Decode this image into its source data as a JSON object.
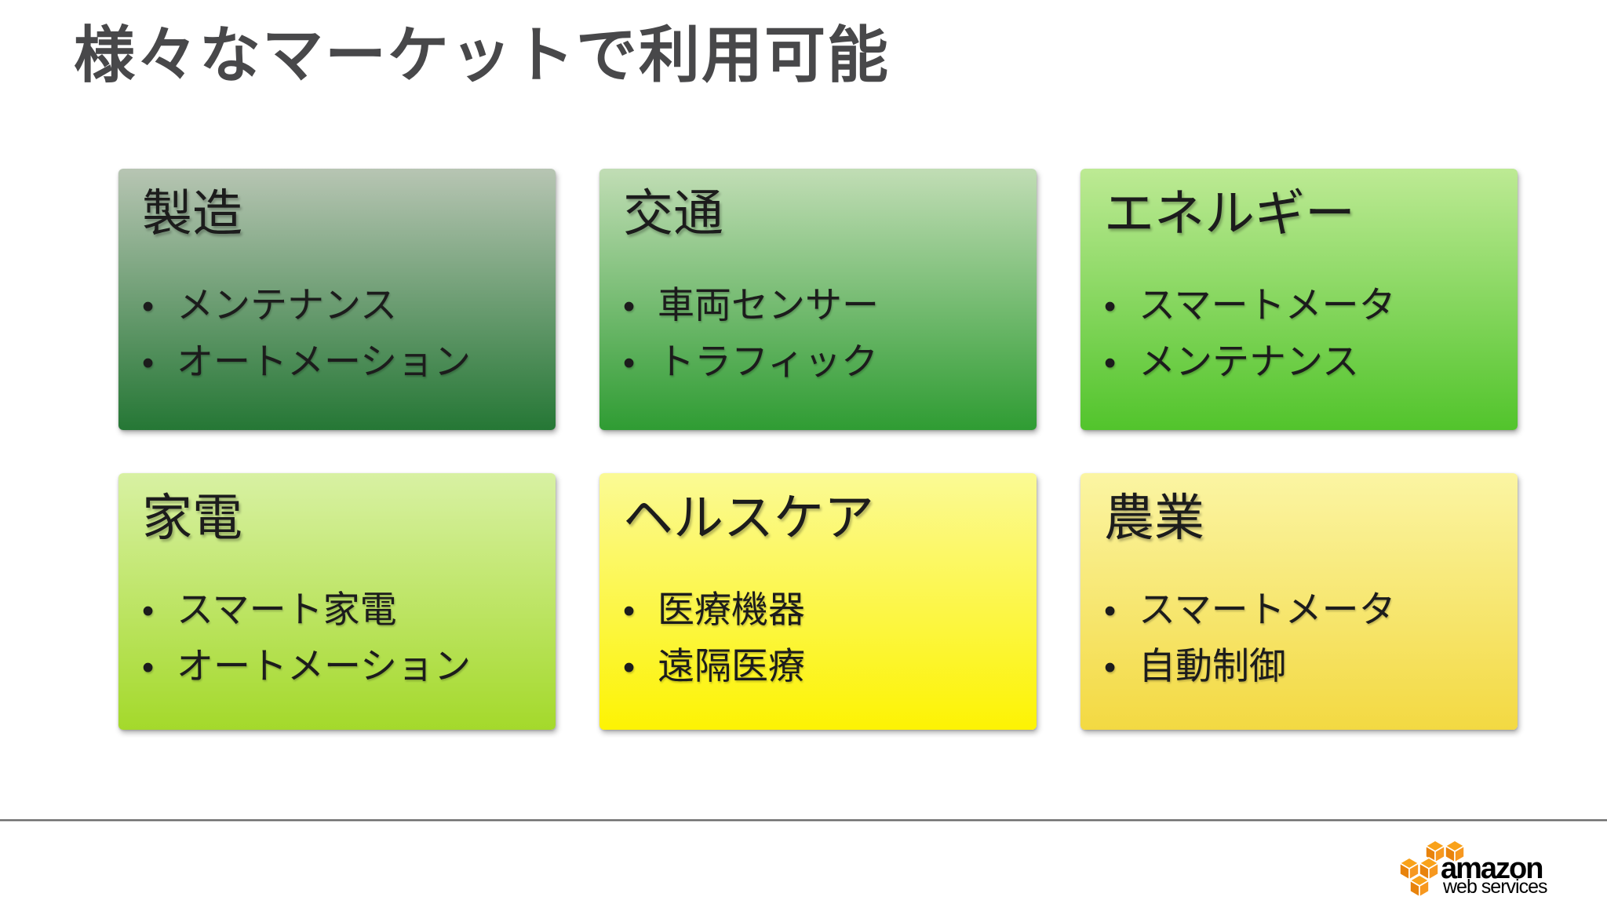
{
  "title": "様々なマーケットで利用可能",
  "cards": [
    {
      "heading": "製造",
      "bullets": [
        "メンテナンス",
        "オートメーション"
      ],
      "gradient_top": "#b7c5b3",
      "gradient_bottom": "#257735"
    },
    {
      "heading": "交通",
      "bullets": [
        "車両センサー",
        "トラフィック"
      ],
      "gradient_top": "#c1ddb5",
      "gradient_bottom": "#2f9c33"
    },
    {
      "heading": "エネルギー",
      "bullets": [
        "スマートメータ",
        "メンテナンス"
      ],
      "gradient_top": "#bdea94",
      "gradient_bottom": "#52c42c"
    },
    {
      "heading": "家電",
      "bullets": [
        "スマート家電",
        "オートメーション"
      ],
      "gradient_top": "#d8f1a3",
      "gradient_bottom": "#a4d92b"
    },
    {
      "heading": "ヘルスケア",
      "bullets": [
        "医療機器",
        "遠隔医療"
      ],
      "gradient_top": "#fbfa95",
      "gradient_bottom": "#fdf303"
    },
    {
      "heading": "農業",
      "bullets": [
        "スマートメータ",
        "自動制御"
      ],
      "gradient_top": "#fbf5a3",
      "gradient_bottom": "#f3d942"
    }
  ],
  "footer": {
    "brand": "amazon",
    "brand_sub": "web services"
  },
  "colors": {
    "background": "#ffffff",
    "title_text": "#48484a",
    "card_text": "#1c1c1c",
    "divider": "#6e6e6e",
    "logo_orange": "#f7981f",
    "logo_orange_dark": "#e8830c",
    "logo_orange_light": "#f9a21a",
    "logo_text": "#000000"
  }
}
